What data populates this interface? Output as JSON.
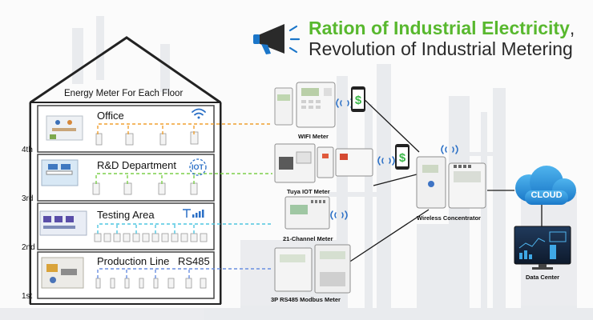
{
  "headline": {
    "line1_highlight": "Ration of Industrial Electricity",
    "line1_suffix": ",",
    "line2": "Revolution of Industrial Metering",
    "highlight_color": "#58b82e"
  },
  "house": {
    "roof_label": "Energy Meter For Each Floor",
    "floors": [
      {
        "floor_label": "4th",
        "room_name": "Office",
        "protocol_icon": "wifi-icon",
        "protocol_label": "",
        "line_color": "#f0a030"
      },
      {
        "floor_label": "3rd",
        "room_name": "R&D Department",
        "protocol_icon": "iot-icon",
        "protocol_label": "IOT",
        "line_color": "#7ccf4a"
      },
      {
        "floor_label": "2nd",
        "room_name": "Testing Area",
        "protocol_icon": "signal-icon",
        "protocol_label": "",
        "line_color": "#4fc6e0"
      },
      {
        "floor_label": "1st",
        "room_name": "Production Line",
        "protocol_icon": "",
        "protocol_label": "RS485",
        "line_color": "#6a8fe0"
      }
    ]
  },
  "devices": {
    "wifi_meter": "WIFI Meter",
    "tuya_meter": "Tuya IOT Meter",
    "channel_meter": "21-Channel Meter",
    "modbus_meter": "3P RS485 Modbus Meter",
    "concentrator": "Wireless Concentrator",
    "cloud": "CLOUD",
    "data_center": "Data Center",
    "dollar_symbol": "$"
  },
  "icons": [
    "megaphone-icon",
    "wifi-icon",
    "iot-icon",
    "signal-icon",
    "smartphone-icon",
    "cloud-icon",
    "monitor-icon"
  ]
}
